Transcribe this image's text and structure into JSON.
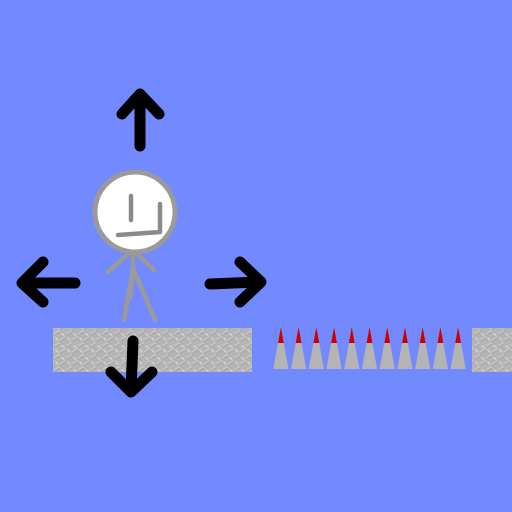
{
  "scene": {
    "background_color": "#7289ff",
    "platform_color": "#b4b4b4",
    "spike_color": "#b4b4b4",
    "spike_tip_color": "#cc0000",
    "arrow_color": "#000000",
    "player_color": "#9a9a9a"
  },
  "controls": [
    {
      "name": "up",
      "icon": "arrow-up-icon"
    },
    {
      "name": "left",
      "icon": "arrow-left-icon"
    },
    {
      "name": "right",
      "icon": "arrow-right-icon"
    },
    {
      "name": "down",
      "icon": "arrow-down-icon"
    }
  ],
  "hazard": {
    "type": "spikes",
    "count": 11
  }
}
